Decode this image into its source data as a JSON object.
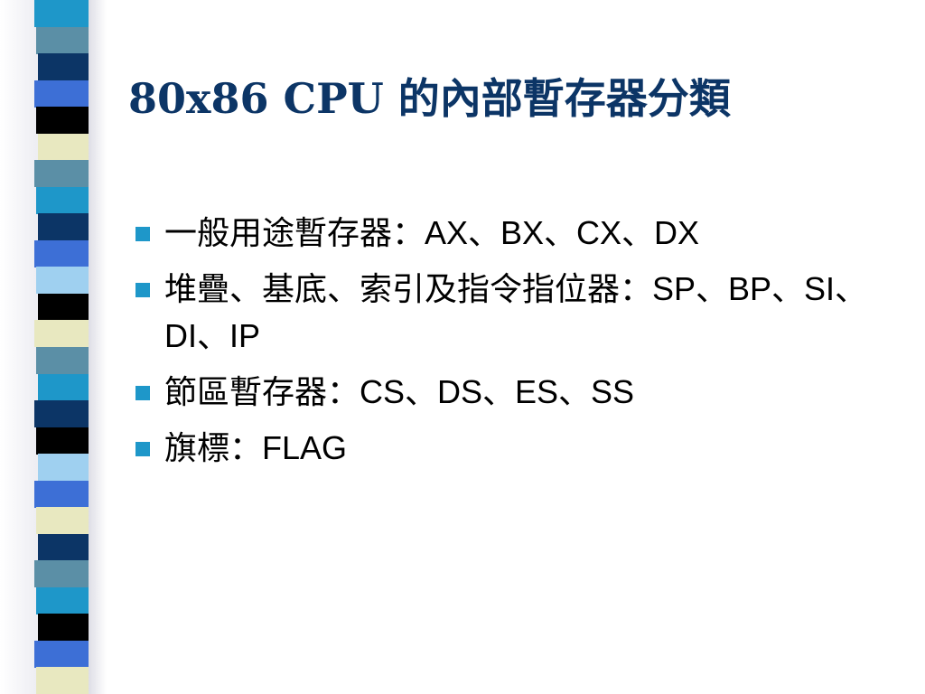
{
  "slide": {
    "title": "80x86 CPU 的內部暫存器分類",
    "bullets": [
      "一般用途暫存器：AX、BX、CX、DX",
      "堆疊、基底、索引及指令指位器：SP、BP、SI、DI、IP",
      "節區暫存器：CS、DS、ES、SS",
      "旗標：FLAG"
    ]
  },
  "colors": {
    "title": "#0c3566",
    "bullet_marker": "#1e97c9",
    "strip_palette": [
      "#0c3566",
      "#3d6fd6",
      "#1e97c9",
      "#5b8fa6",
      "#9fd0f0",
      "#000000",
      "#e8e8c0",
      "#4a7a96"
    ]
  }
}
